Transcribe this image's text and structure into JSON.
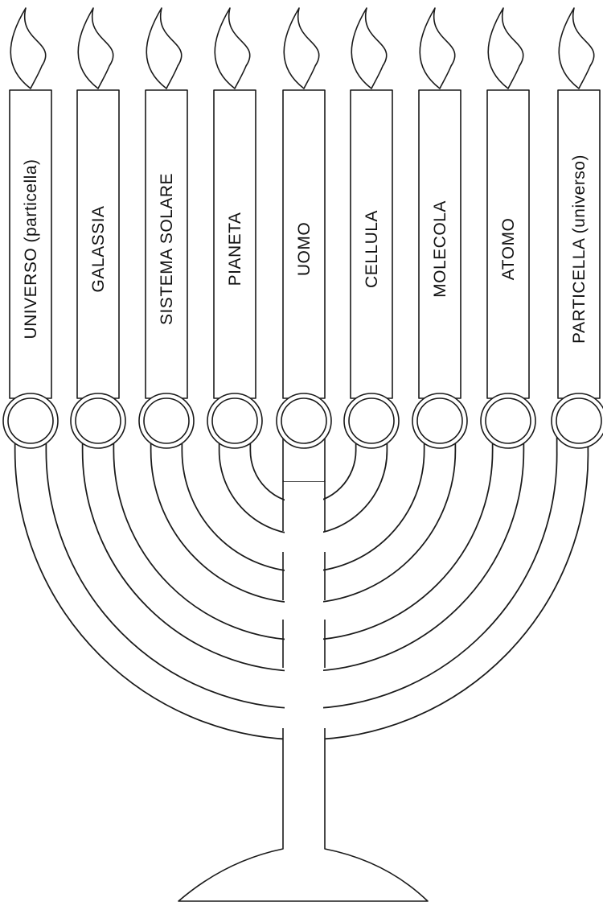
{
  "diagram": {
    "candles": [
      {
        "label": "UNIVERSO (particella)"
      },
      {
        "label": "GALASSIA"
      },
      {
        "label": "SISTEMA SOLARE"
      },
      {
        "label": "PIANETA"
      },
      {
        "label": "UOMO"
      },
      {
        "label": "CELLULA"
      },
      {
        "label": "MOLECOLA"
      },
      {
        "label": "ATOMO"
      },
      {
        "label": "PARTICELLA (universo)"
      }
    ],
    "colors": {
      "line": "#1a1a1a",
      "background": "#ffffff"
    }
  }
}
